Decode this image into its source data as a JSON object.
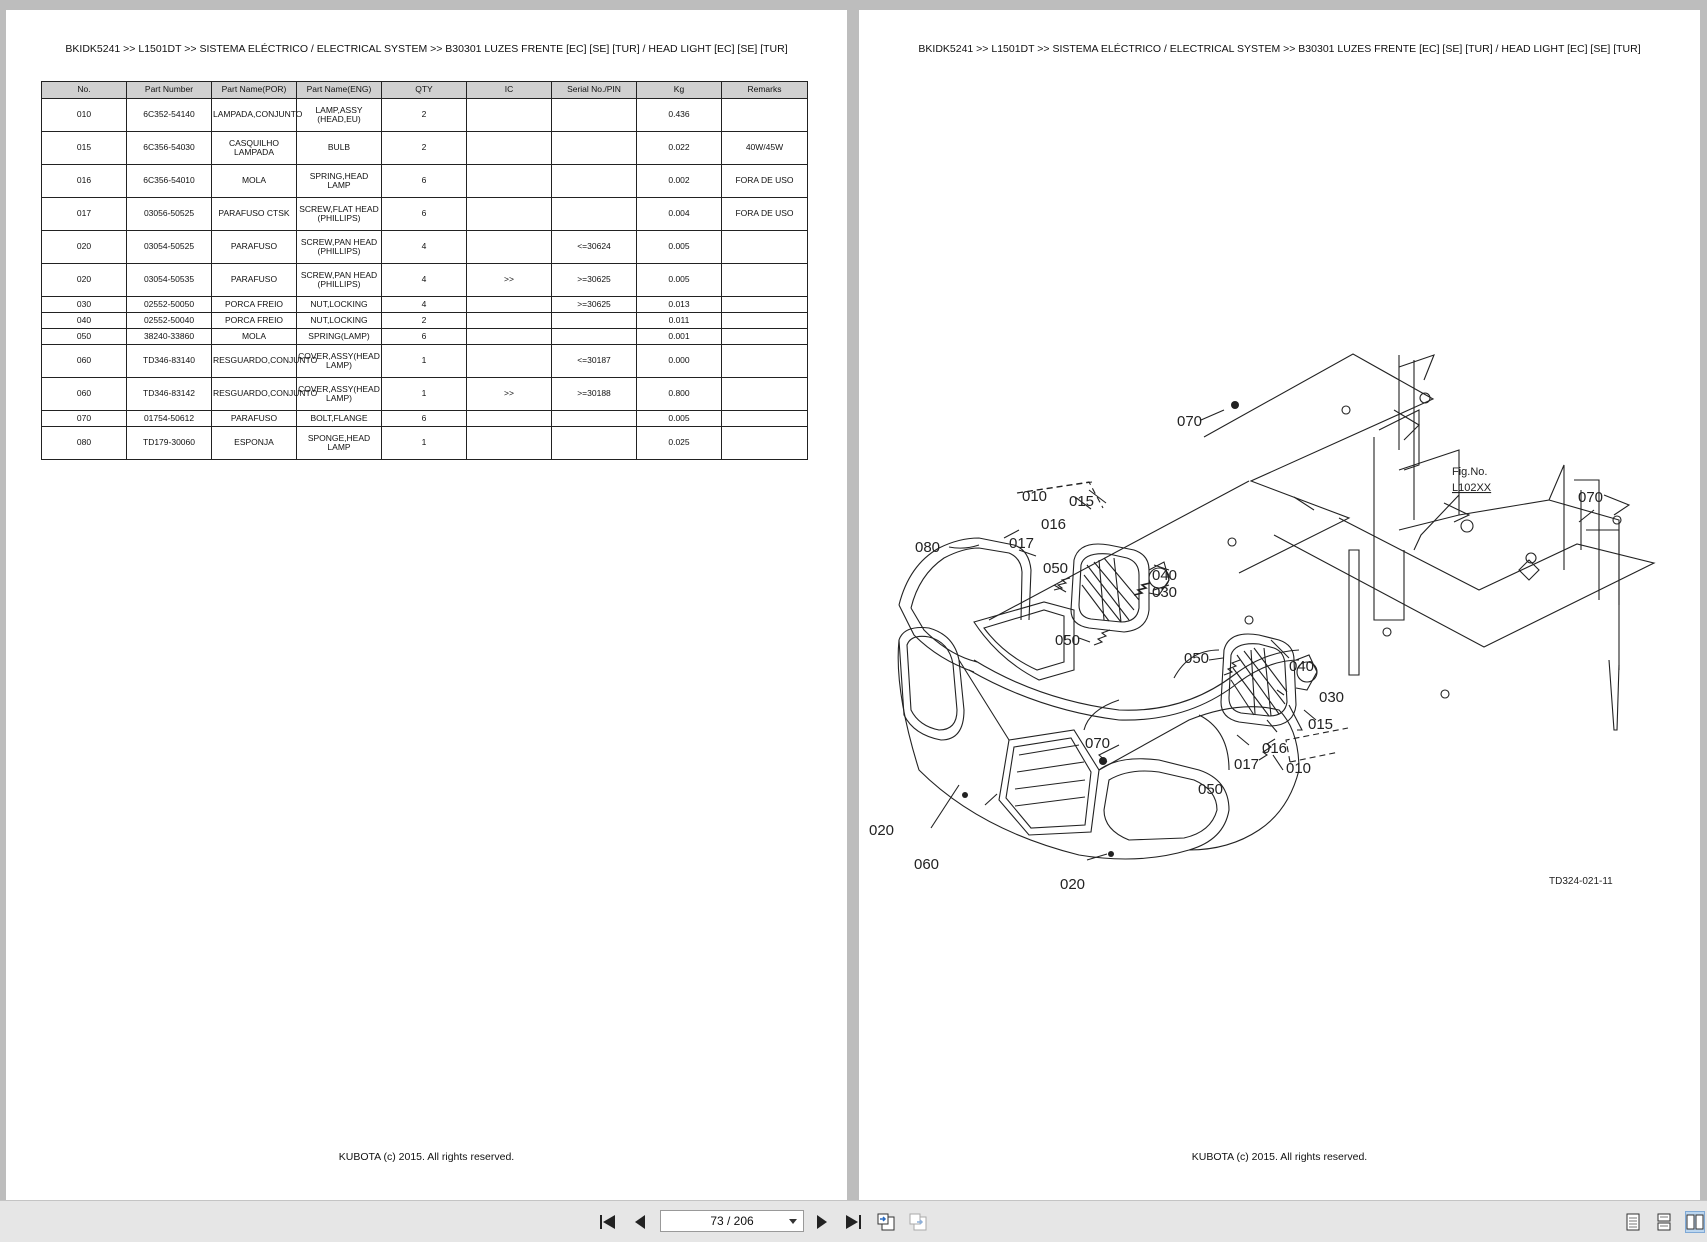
{
  "breadcrumb": "BKIDK5241 >> L1501DT >> SISTEMA ELÉCTRICO / ELECTRICAL SYSTEM >> B30301   LUZES FRENTE [EC] [SE] [TUR] / HEAD LIGHT [EC] [SE] [TUR]",
  "footer": "KUBOTA (c) 2015. All rights reserved.",
  "table": {
    "headers": [
      "No.",
      "Part Number",
      "Part Name(POR)",
      "Part Name(ENG)",
      "QTY",
      "IC",
      "Serial No./PIN",
      "Kg",
      "Remarks"
    ],
    "rows": [
      [
        "010",
        "6C352-54140",
        "LAMPADA,CONJUNTO",
        "LAMP,ASSY (HEAD,EU)",
        "2",
        "",
        "",
        "0.436",
        ""
      ],
      [
        "015",
        "6C356-54030",
        "CASQUILHO LAMPADA",
        "BULB",
        "2",
        "",
        "",
        "0.022",
        "40W/45W"
      ],
      [
        "016",
        "6C356-54010",
        "MOLA",
        "SPRING,HEAD LAMP",
        "6",
        "",
        "",
        "0.002",
        "FORA DE USO"
      ],
      [
        "017",
        "03056-50525",
        "PARAFUSO CTSK",
        "SCREW,FLAT HEAD (PHILLIPS)",
        "6",
        "",
        "",
        "0.004",
        "FORA DE USO"
      ],
      [
        "020",
        "03054-50525",
        "PARAFUSO",
        "SCREW,PAN HEAD (PHILLIPS)",
        "4",
        "",
        "<=30624",
        "0.005",
        ""
      ],
      [
        "020",
        "03054-50535",
        "PARAFUSO",
        "SCREW,PAN HEAD (PHILLIPS)",
        "4",
        ">>",
        ">=30625",
        "0.005",
        ""
      ],
      [
        "030",
        "02552-50050",
        "PORCA FREIO",
        "NUT,LOCKING",
        "4",
        "",
        ">=30625",
        "0.013",
        ""
      ],
      [
        "040",
        "02552-50040",
        "PORCA FREIO",
        "NUT,LOCKING",
        "2",
        "",
        "",
        "0.011",
        ""
      ],
      [
        "050",
        "38240-33860",
        "MOLA",
        "SPRING(LAMP)",
        "6",
        "",
        "",
        "0.001",
        ""
      ],
      [
        "060",
        "TD346-83140",
        "RESGUARDO,CONJUNTO",
        "COVER,ASSY(HEAD LAMP)",
        "1",
        "",
        "<=30187",
        "0.000",
        ""
      ],
      [
        "060",
        "TD346-83142",
        "RESGUARDO,CONJUNTO",
        "COVER,ASSY(HEAD LAMP)",
        "1",
        ">>",
        ">=30188",
        "0.800",
        ""
      ],
      [
        "070",
        "01754-50612",
        "PARAFUSO",
        "BOLT,FLANGE",
        "6",
        "",
        "",
        "0.005",
        ""
      ],
      [
        "080",
        "TD179-30060",
        "ESPONJA",
        "SPONGE,HEAD LAMP",
        "1",
        "",
        "",
        "0.025",
        ""
      ]
    ]
  },
  "diagram": {
    "fig_no": "Fig.No.",
    "fig_ref": "L102XX",
    "code": "TD324-021-11",
    "labels": {
      "l070a": "070",
      "l070b": "070",
      "l070c": "070",
      "l010a": "010",
      "l015a": "015",
      "l016a": "016",
      "l017a": "017",
      "l080": "080",
      "l050a": "050",
      "l040a": "040",
      "l030a": "030",
      "l050b": "050",
      "l050c": "050",
      "l040b": "040",
      "l030b": "030",
      "l015b": "015",
      "l016b": "016",
      "l017b": "017",
      "l010b": "010",
      "l050d": "050",
      "l020a": "020",
      "l060": "060",
      "l020b": "020"
    }
  },
  "toolbar": {
    "page_indicator": "73 / 206"
  }
}
